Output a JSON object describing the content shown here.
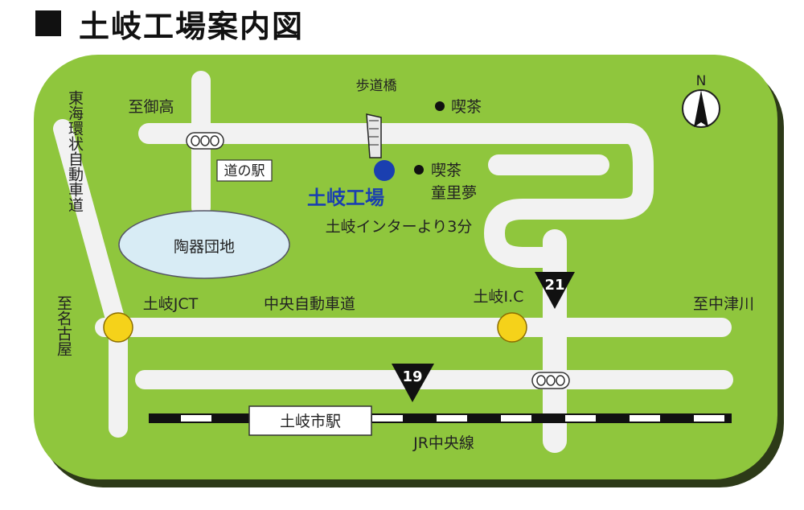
{
  "title": "土岐工場案内図",
  "map": {
    "highways": {
      "tokai_kanjo": "東海環状自動車道",
      "chuo_expressway": "中央自動車道"
    },
    "destinations": {
      "mitake": "至御高",
      "nagoya": "至名古屋",
      "nakatsugawa": "至中津川"
    },
    "junctions": {
      "toki_jct": "土岐JCT",
      "toki_ic": "土岐I.C"
    },
    "landmarks": {
      "footbridge": "歩道橋",
      "cafe1": "喫茶",
      "cafe2": "喫茶",
      "cafe2_name": "童里夢",
      "michi_no_eki": "道の駅",
      "ceramics_park": "陶器団地",
      "toki_station": "土岐市駅",
      "jr_line": "JR中央線"
    },
    "factory": {
      "name": "土岐工場",
      "access": "土岐インターより3分"
    },
    "routes": {
      "route21": "21",
      "route19": "19"
    },
    "compass": "N",
    "colors": {
      "land": "#8fc63d",
      "road": "#f2f2f2",
      "factory": "#1a3fb0",
      "junction": "#f5d21a",
      "pond": "#d8ecf5"
    }
  }
}
